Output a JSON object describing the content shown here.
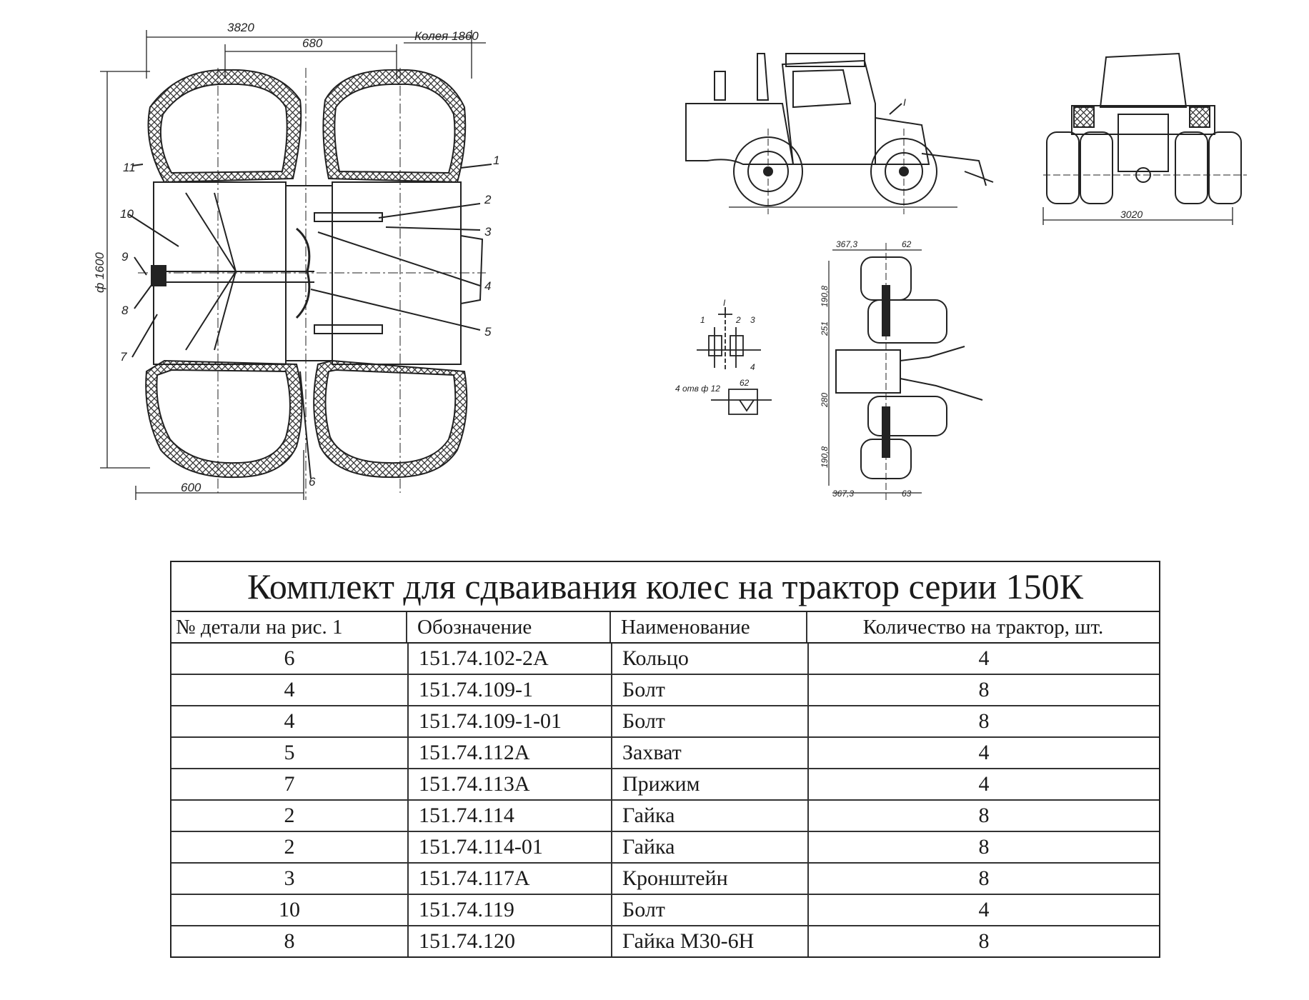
{
  "table": {
    "title": "Комплект для сдваивания колес на трактор серии 150К",
    "headers": [
      "№ детали на рис. 1",
      "Обозначение",
      "Наименование",
      "Количество на трактор, шт."
    ],
    "rows": [
      {
        "part_no": "6",
        "designation": "151.74.102-2А",
        "name": "Кольцо",
        "qty": "4"
      },
      {
        "part_no": "4",
        "designation": "151.74.109-1",
        "name": "Болт",
        "qty": "8"
      },
      {
        "part_no": "4",
        "designation": "151.74.109-1-01",
        "name": "Болт",
        "qty": "8"
      },
      {
        "part_no": "5",
        "designation": "151.74.112А",
        "name": "Захват",
        "qty": "4"
      },
      {
        "part_no": "7",
        "designation": "151.74.113А",
        "name": "Прижим",
        "qty": "4"
      },
      {
        "part_no": "2",
        "designation": "151.74.114",
        "name": "Гайка",
        "qty": "8"
      },
      {
        "part_no": "2",
        "designation": "151.74.114-01",
        "name": "Гайка",
        "qty": "8"
      },
      {
        "part_no": "3",
        "designation": "151.74.117А",
        "name": "Кронштейн",
        "qty": "8"
      },
      {
        "part_no": "10",
        "designation": "151.74.119",
        "name": "Болт",
        "qty": "4"
      },
      {
        "part_no": "8",
        "designation": "151.74.120",
        "name": "Гайка М30-6Н",
        "qty": "8"
      }
    ]
  },
  "drawing_labels": {
    "dim_3820": "3820",
    "dim_680": "680",
    "track": "Колея 1860",
    "diameter": "ф 1600",
    "dim_600": "600",
    "callout_1": "1",
    "callout_2": "2",
    "callout_3": "3",
    "callout_4": "4",
    "callout_5": "5",
    "callout_6": "6",
    "callout_7": "7",
    "callout_8": "8",
    "callout_9": "9",
    "callout_10": "10",
    "callout_11": "11",
    "view_marker": "I",
    "rear_width": "3020",
    "dim_367_top": "367,3",
    "dim_62_top": "62",
    "dim_190_top": "190,8",
    "dim_251": "251",
    "dim_280": "280",
    "dim_190_bottom": "190,8",
    "dim_367_bottom": "367,3",
    "dim_63_bottom": "63",
    "detail_1": "1",
    "detail_2": "2",
    "detail_3": "3",
    "detail_4": "4",
    "holes_note": "4 отв ф 12",
    "detail_dim_62": "62"
  }
}
